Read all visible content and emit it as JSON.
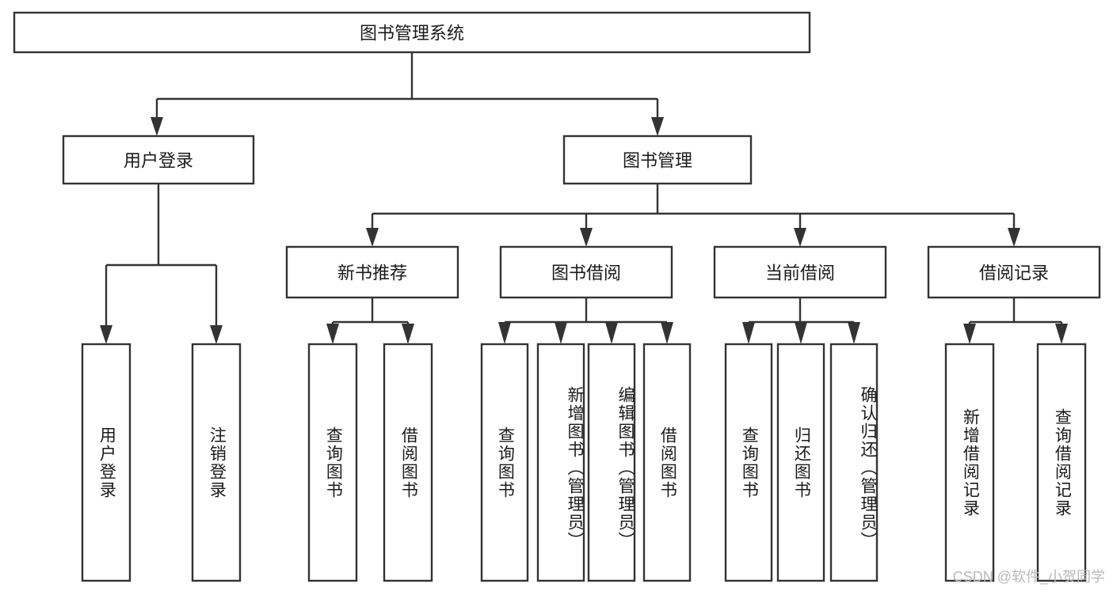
{
  "diagram": {
    "type": "tree-hierarchy",
    "title": "图书管理系统",
    "watermark": "CSDN @软件_小贺同学",
    "colors": {
      "background": "#ffffff",
      "stroke": "#333333",
      "box_fill": "#ffffff",
      "text": "#1a1a1a",
      "watermark": "#b9b9b9"
    },
    "root": {
      "label": "图书管理系统"
    },
    "level1": [
      {
        "label": "用户登录"
      },
      {
        "label": "图书管理"
      }
    ],
    "level2": [
      {
        "label": "新书推荐"
      },
      {
        "label": "图书借阅"
      },
      {
        "label": "当前借阅"
      },
      {
        "label": "借阅记录"
      }
    ],
    "leaves": {
      "user_login": [
        {
          "label": "用户登录"
        },
        {
          "label": "注销登录"
        }
      ],
      "new_book_recommend": [
        {
          "label": "查询图书"
        },
        {
          "label": "借阅图书"
        }
      ],
      "book_borrow": [
        {
          "label": "查询图书"
        },
        {
          "label": "新增图书（管理员）"
        },
        {
          "label": "编辑图书（管理员）"
        },
        {
          "label": "借阅图书"
        }
      ],
      "current_borrow": [
        {
          "label": "查询图书"
        },
        {
          "label": "归还图书"
        },
        {
          "label": "确认归还（管理员）"
        }
      ],
      "borrow_record": [
        {
          "label": "新增借阅记录"
        },
        {
          "label": "查询借阅记录"
        }
      ]
    }
  }
}
